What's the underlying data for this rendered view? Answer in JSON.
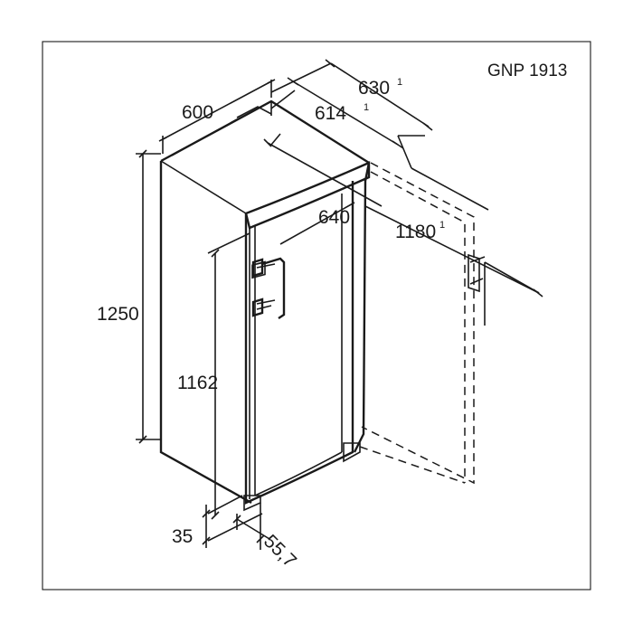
{
  "model": "GNP 1913",
  "dimensions": {
    "depth_with_door_open_limit": "630",
    "depth_without_handle": "614",
    "width": "600",
    "depth": "640",
    "door_open_depth": "1180",
    "height": "1250",
    "door_height": "1162",
    "plinth": "35",
    "door_offset": "55,7",
    "footnote_marker": "1"
  }
}
